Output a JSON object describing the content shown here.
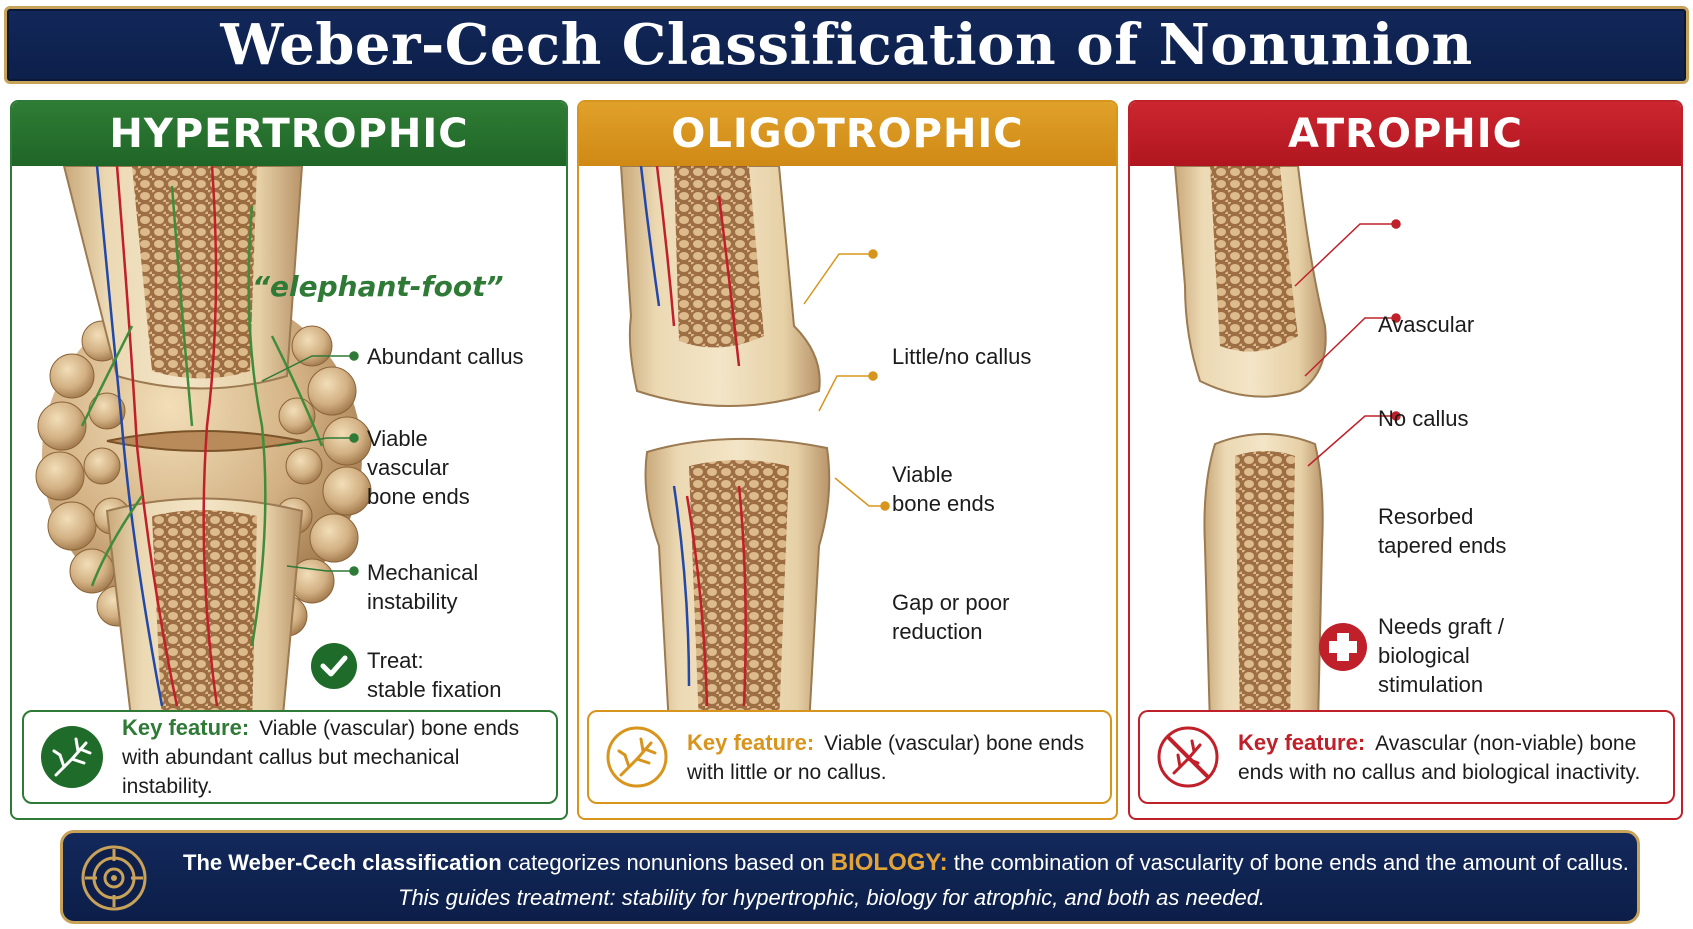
{
  "title": "Weber-Cech Classification of Nonunion",
  "panels": {
    "hypertrophic": {
      "header": "HYPERTROPHIC",
      "subtitle": "“elephant-foot”",
      "labels": {
        "callus": "Abundant callus",
        "viable": "Viable\nvascular\nbone ends",
        "mechanical": "Mechanical\ninstability",
        "treat": "Treat:\nstable fixation"
      },
      "key_label": "Key feature:",
      "key_text": "Viable (vascular) bone ends with abundant callus but mechanical instability.",
      "color": "#2f7a36"
    },
    "oligotrophic": {
      "header": "OLIGOTROPHIC",
      "labels": {
        "callus": "Little/no callus",
        "viable": "Viable\nbone ends",
        "gap": "Gap or poor\nreduction"
      },
      "key_label": "Key feature:",
      "key_text": "Viable (vascular) bone ends with little or no callus.",
      "color": "#d8951d"
    },
    "atrophic": {
      "header": "ATROPHIC",
      "labels": {
        "avascular": "Avascular",
        "no_callus": "No callus",
        "resorbed": "Resorbed\ntapered ends",
        "graft": "Needs graft /\nbiological\nstimulation"
      },
      "key_label": "Key feature:",
      "key_text": "Avascular (non-viable) bone ends with no callus and biological inactivity.",
      "color": "#c0202a"
    }
  },
  "summary": {
    "lead": "The Weber-Cech classification",
    "mid": "categorizes nonunions based on",
    "highlight": "BIOLOGY:",
    "tail": "the combination of vascularity of bone ends and the amount of callus.",
    "line2": "This guides treatment: stability for hypertrophic, biology for atrophic, and both as needed."
  },
  "icons": {
    "check": "check-circle-icon",
    "plus": "medical-cross-icon",
    "vessel": "vessel-branch-icon",
    "no_vessel": "no-vessel-icon",
    "target": "target-icon"
  }
}
